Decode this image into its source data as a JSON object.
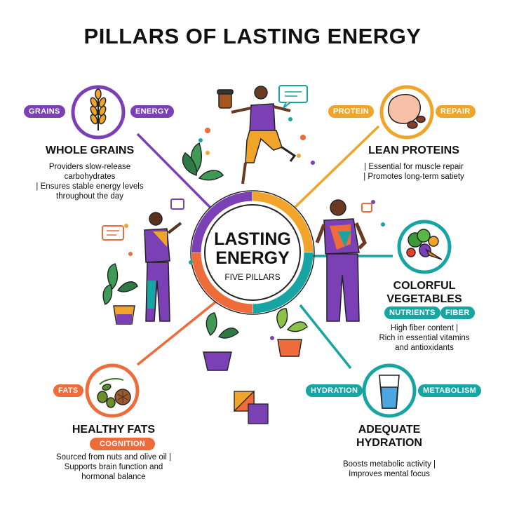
{
  "title": "PILLARS OF LASTING ENERGY",
  "center": {
    "line1": "LASTING",
    "line2": "ENERGY",
    "subtitle": "FIVE PILLARS"
  },
  "colors": {
    "purple": "#7b3fb6",
    "orange": "#f0a52a",
    "teal": "#16a5a3",
    "coral": "#ee6b3a"
  },
  "pillars": {
    "grains": {
      "title": "WHOLE GRAINS",
      "tags": [
        "GRAINS",
        "ENERGY"
      ],
      "icon": "wheat-icon",
      "lines": [
        "Providers slow-release",
        "carbohydrates",
        "| Ensures stable energy levels",
        "throughout the day"
      ]
    },
    "proteins": {
      "title": "LEAN PROTEINS",
      "tags": [
        "PROTEIN",
        "REPAIR"
      ],
      "icon": "chicken-breast-icon",
      "lines": [
        "| Essential for muscle repair",
        "| Promotes long-term satiety"
      ]
    },
    "vegetables": {
      "title1": "COLORFUL",
      "title2": "VEGETABLES",
      "tags": [
        "NUTRIENTS",
        "FIBER"
      ],
      "icon": "vegetables-icon",
      "lines": [
        "High fiber content |",
        "Rich in essential vitamins",
        "and antioxidants"
      ]
    },
    "fats": {
      "title": "HEALTHY FATS",
      "tags": [
        "FATS",
        "COGNITION"
      ],
      "icon": "olives-walnut-icon",
      "lines": [
        "Sourced from nuts and olive oil |",
        "Supports brain function and",
        "hormonal balance"
      ]
    },
    "hydration": {
      "title1": "ADEQUATE",
      "title2": "HYDRATION",
      "tags": [
        "HYDRATION",
        "METABOLISM"
      ],
      "icon": "water-glass-icon",
      "lines": [
        "Boosts metabolic activity |",
        "Improves mental focus"
      ]
    }
  }
}
